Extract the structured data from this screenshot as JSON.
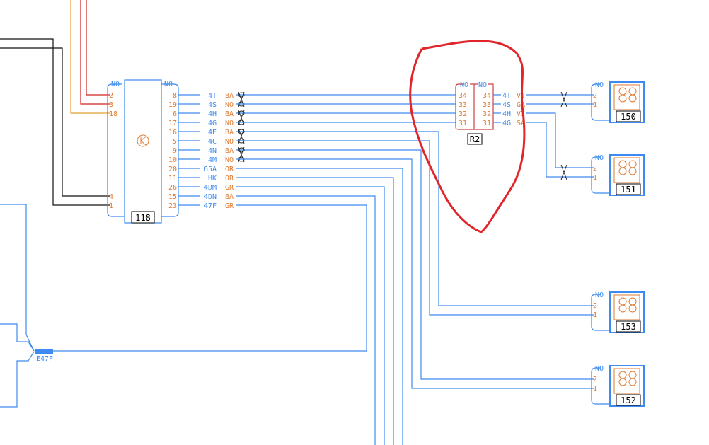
{
  "connector_118": {
    "label": "118",
    "left_header": "NO",
    "right_header": "NO",
    "left_pins": [
      "2",
      "3",
      "18",
      "4",
      "1"
    ],
    "right_pins": [
      "8",
      "19",
      "6",
      "17",
      "16",
      "5",
      "9",
      "10",
      "20",
      "11",
      "26",
      "15",
      "23"
    ],
    "wire_ids": [
      "4T",
      "4S",
      "4H",
      "4G",
      "4E",
      "4C",
      "4N",
      "4M",
      "65A",
      "HK",
      "4DM",
      "4DN",
      "47F"
    ],
    "wire_colors": [
      "BA",
      "NO",
      "BA",
      "NO",
      "BA",
      "NO",
      "BA",
      "NO",
      "OR",
      "OR",
      "GR",
      "BA",
      "GR"
    ]
  },
  "connector_R2": {
    "label": "R2",
    "headers": [
      "NO",
      "NO"
    ],
    "pins": [
      "34",
      "33",
      "32",
      "31"
    ],
    "out_ids": [
      "4T",
      "4S",
      "4H",
      "4G"
    ],
    "out_colors": [
      "VI",
      "GA",
      "VI",
      "SA"
    ]
  },
  "devices": [
    {
      "label": "150",
      "header": "NO",
      "pins": [
        "2",
        "1"
      ]
    },
    {
      "label": "151",
      "header": "NO",
      "pins": [
        "2",
        "1"
      ]
    },
    {
      "label": "153",
      "header": "NO",
      "pins": [
        "2",
        "1"
      ]
    },
    {
      "label": "152",
      "header": "NO",
      "pins": [
        "2",
        "1"
      ]
    }
  ],
  "splice": {
    "label": "E47F"
  },
  "colors": {
    "wire": "#3d8bf0",
    "text": "#e07a30",
    "annotation": "#e0262a"
  }
}
